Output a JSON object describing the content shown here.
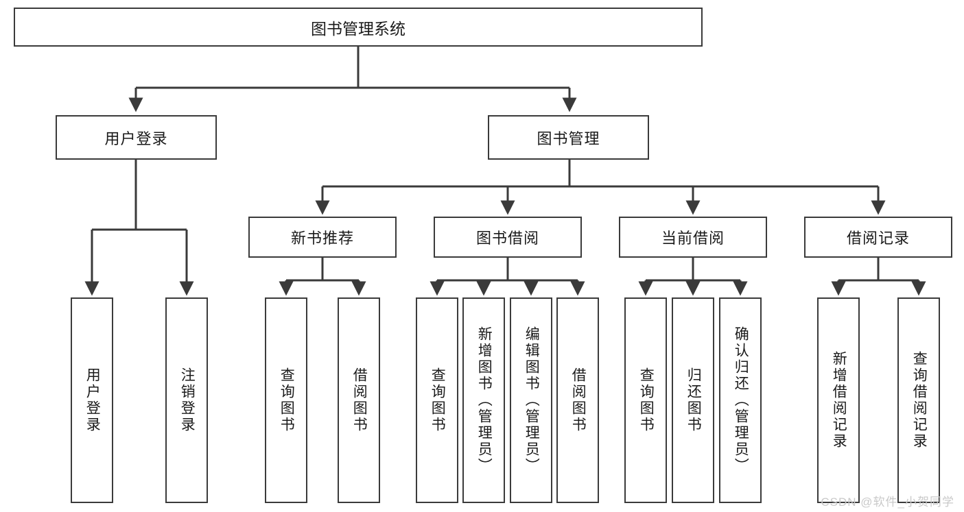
{
  "diagram": {
    "title": "图书管理系统",
    "type": "tree-hierarchy-chart",
    "colors": {
      "box_border": "#3a3a3a",
      "box_fill": "#ffffff",
      "connector": "#3a3a3a",
      "text": "#1a1a1a",
      "watermark": "#c9c9c9",
      "background": "#ffffff"
    },
    "root": {
      "label": "图书管理系统"
    },
    "level2": [
      {
        "id": "user-login",
        "label": "用户登录"
      },
      {
        "id": "book-management",
        "label": "图书管理"
      }
    ],
    "level3": [
      {
        "id": "new-book-recommend",
        "label": "新书推荐",
        "parent": "book-management"
      },
      {
        "id": "book-borrow",
        "label": "图书借阅",
        "parent": "book-management"
      },
      {
        "id": "current-borrow",
        "label": "当前借阅",
        "parent": "book-management"
      },
      {
        "id": "borrow-record",
        "label": "借阅记录",
        "parent": "book-management"
      }
    ],
    "leaves": [
      {
        "id": "leaf-user-login",
        "label": "用户登录",
        "parent": "user-login"
      },
      {
        "id": "leaf-user-logout",
        "label": "注销登录",
        "parent": "user-login"
      },
      {
        "id": "leaf-rec-query-book",
        "label": "查询图书",
        "parent": "new-book-recommend"
      },
      {
        "id": "leaf-rec-borrow-book",
        "label": "借阅图书",
        "parent": "new-book-recommend"
      },
      {
        "id": "leaf-borrow-query-book",
        "label": "查询图书",
        "parent": "book-borrow"
      },
      {
        "id": "leaf-borrow-add-book",
        "label": "新增图书（管理员）",
        "parent": "book-borrow"
      },
      {
        "id": "leaf-borrow-edit-book",
        "label": "编辑图书（管理员）",
        "parent": "book-borrow"
      },
      {
        "id": "leaf-borrow-borrow-book",
        "label": "借阅图书",
        "parent": "book-borrow"
      },
      {
        "id": "leaf-current-query-book",
        "label": "查询图书",
        "parent": "current-borrow"
      },
      {
        "id": "leaf-current-return-book",
        "label": "归还图书",
        "parent": "current-borrow"
      },
      {
        "id": "leaf-current-confirm-return",
        "label": "确认归还（管理员）",
        "parent": "current-borrow"
      },
      {
        "id": "leaf-record-add",
        "label": "新增借阅记录",
        "parent": "borrow-record"
      },
      {
        "id": "leaf-record-query",
        "label": "查询借阅记录",
        "parent": "borrow-record"
      }
    ],
    "watermark": "CSDN @软件_小贺同学"
  }
}
